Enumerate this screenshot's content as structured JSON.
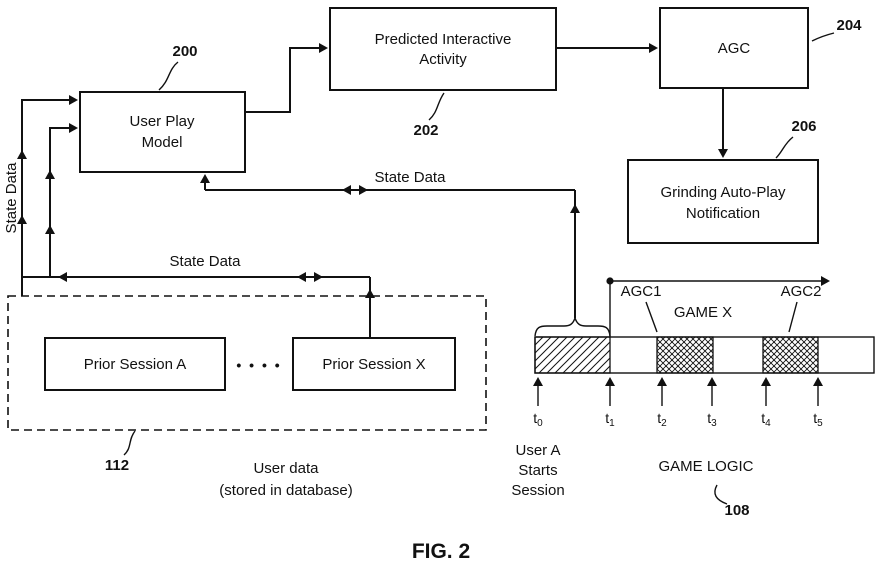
{
  "figure": {
    "caption": "FIG. 2"
  },
  "boxes": {
    "upm": {
      "line1": "User Play",
      "line2": "Model",
      "ref": "200"
    },
    "predicted": {
      "line1": "Predicted Interactive",
      "line2": "Activity",
      "ref": "202"
    },
    "agc": {
      "label": "AGC",
      "ref": "204"
    },
    "grinding": {
      "line1": "Grinding Auto-Play",
      "line2": "Notification",
      "ref": "206"
    },
    "prior_a": "Prior Session A",
    "prior_x": "Prior Session X",
    "dots": "• • • •"
  },
  "database": {
    "ref": "112",
    "line1": "User data",
    "line2": "(stored in database)"
  },
  "labels": {
    "state_left": "State Data",
    "state_mid": "State Data",
    "state_top": "State Data"
  },
  "timeline": {
    "agc1": "AGC1",
    "game_x": "GAME X",
    "agc2": "AGC2",
    "ticks": [
      {
        "base": "t",
        "sub": "0"
      },
      {
        "base": "t",
        "sub": "1"
      },
      {
        "base": "t",
        "sub": "2"
      },
      {
        "base": "t",
        "sub": "3"
      },
      {
        "base": "t",
        "sub": "4"
      },
      {
        "base": "t",
        "sub": "5"
      }
    ],
    "start1": "User A",
    "start2": "Starts",
    "start3": "Session",
    "game_logic": "GAME LOGIC",
    "ref": "108"
  },
  "colors": {
    "ink": "#111111",
    "background": "#ffffff"
  }
}
